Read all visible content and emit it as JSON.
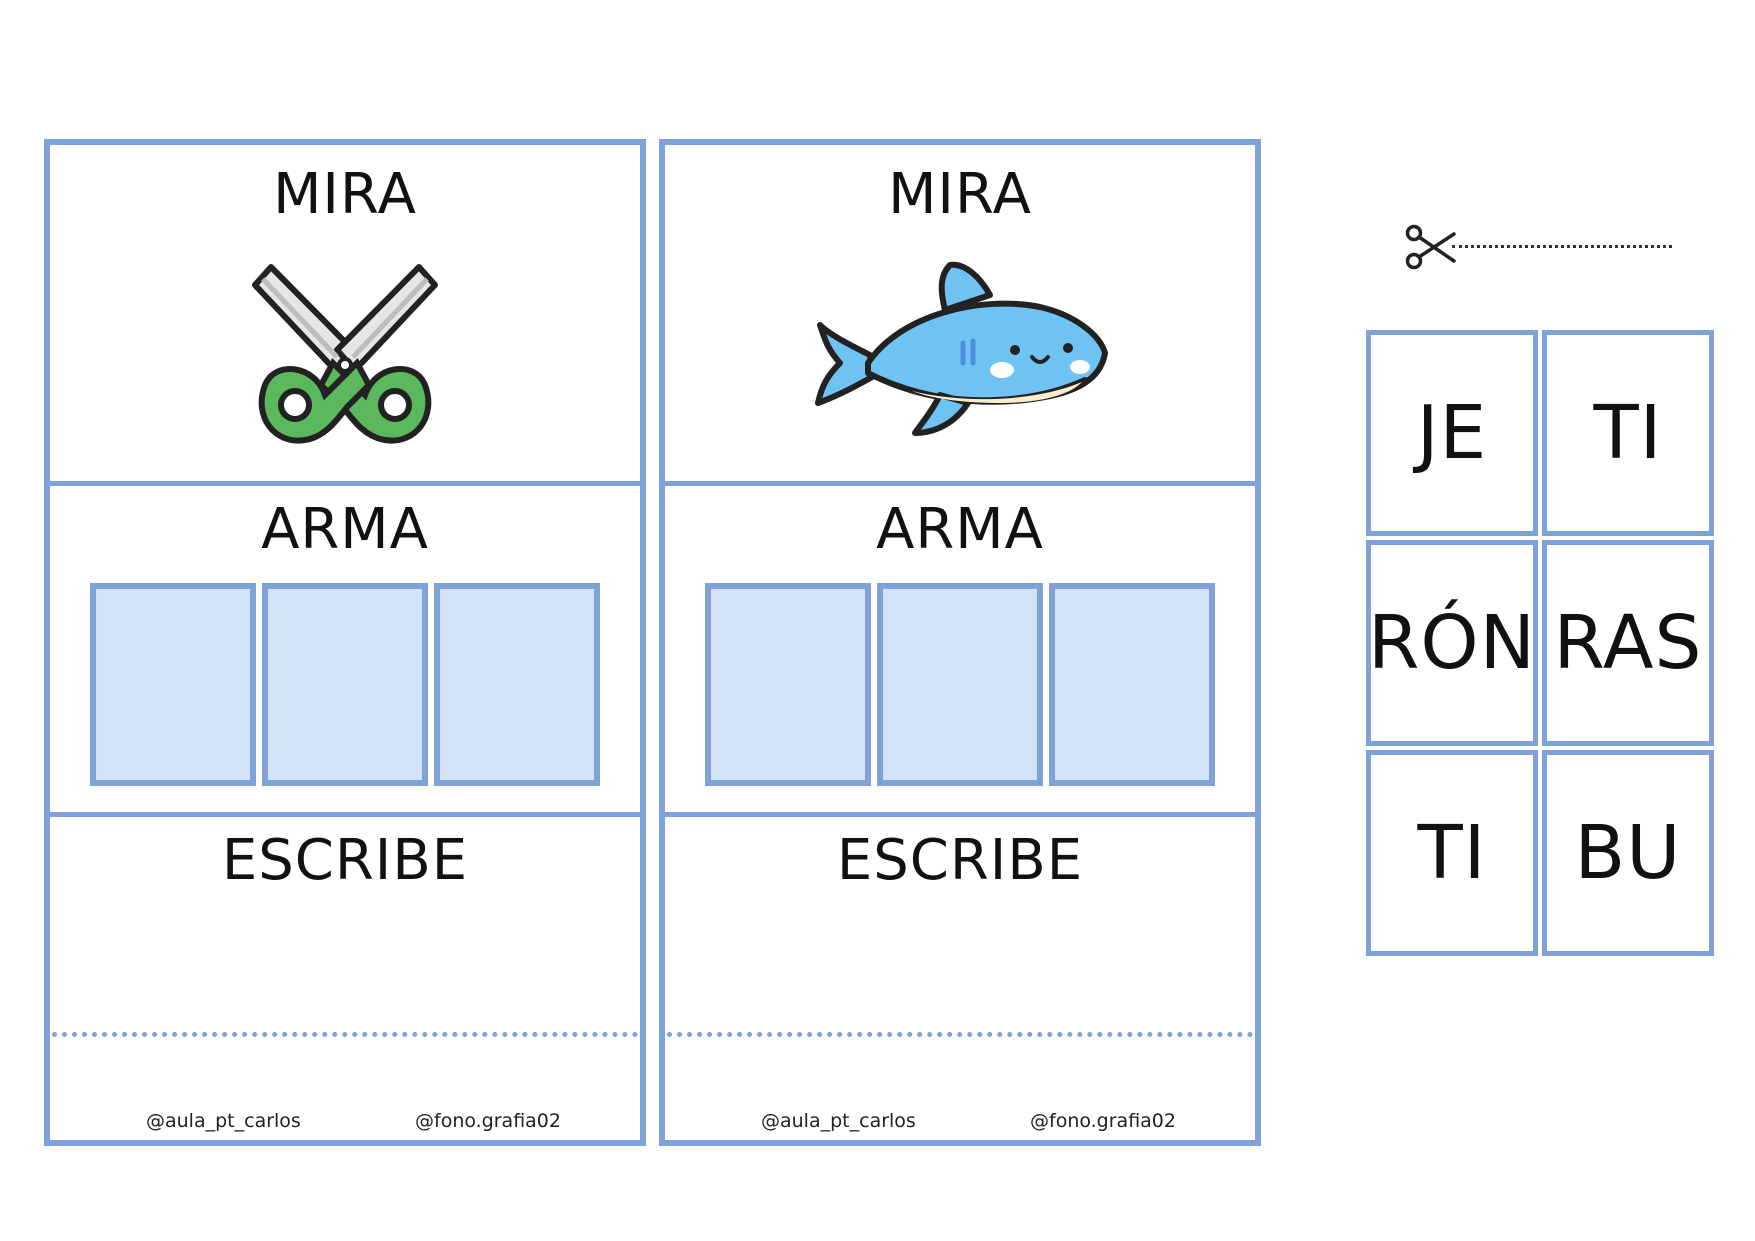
{
  "cards": [
    {
      "mira_label": "MIRA",
      "picture": "scissors-icon",
      "arma_label": "ARMA",
      "slot_count": 3,
      "escribe_label": "ESCRIBE",
      "credit_left": "@aula_pt_carlos",
      "credit_right": "@fono.grafia02"
    },
    {
      "mira_label": "MIRA",
      "picture": "shark-icon",
      "arma_label": "ARMA",
      "slot_count": 3,
      "escribe_label": "ESCRIBE",
      "credit_left": "@aula_pt_carlos",
      "credit_right": "@fono.grafia02"
    }
  ],
  "cut_guide": {
    "icon": "scissors-cut-icon"
  },
  "syllables": [
    "JE",
    "TI",
    "RÓN",
    "RAS",
    "TI",
    "BU"
  ],
  "colors": {
    "border": "#7fa2d9",
    "slot_fill": "#d5e3f9",
    "scissors_green": "#5cb85c",
    "shark_blue": "#6fc3f2"
  }
}
